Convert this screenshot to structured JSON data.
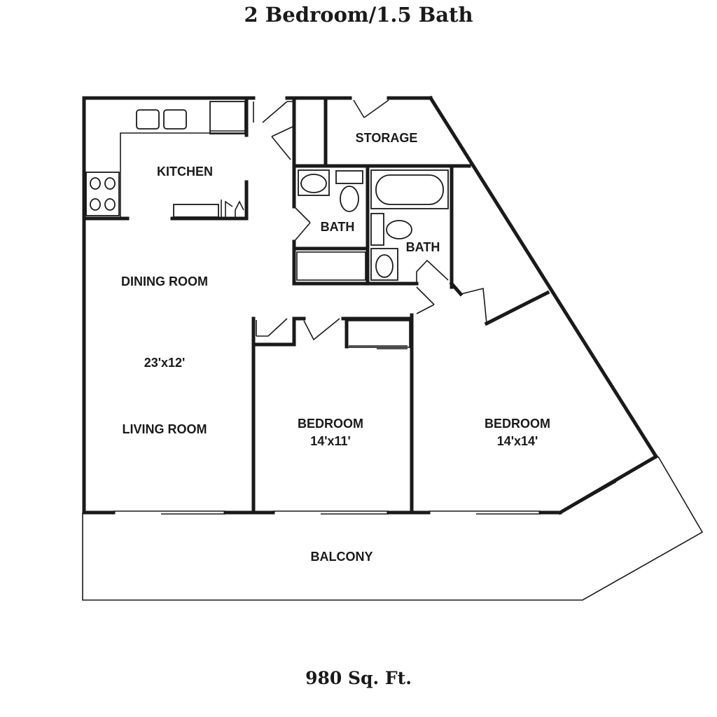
{
  "title": "2 Bedroom/1.5 Bath",
  "footer": "980 Sq. Ft.",
  "rooms": {
    "kitchen": "KITCHEN",
    "storage": "STORAGE",
    "bath_half": "BATH",
    "bath_full": "BATH",
    "dining": "DINING ROOM",
    "living_dims": "23'x12'",
    "living": "LIVING ROOM",
    "bedroom1": "BEDROOM",
    "bedroom1_dims": "14'x11'",
    "bedroom2": "BEDROOM",
    "bedroom2_dims": "14'x14'",
    "balcony": "BALCONY"
  }
}
